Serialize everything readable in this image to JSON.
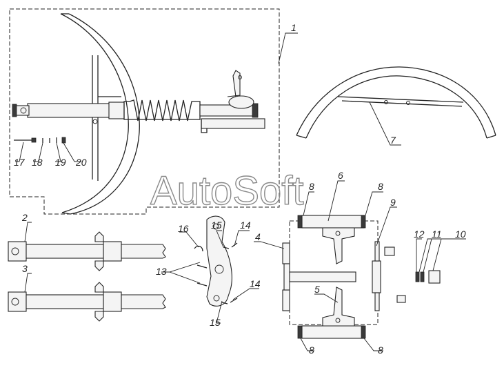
{
  "watermark": "AutoSoft",
  "callouts": [
    {
      "id": "c1",
      "text": "1"
    },
    {
      "id": "c2",
      "text": "2"
    },
    {
      "id": "c3",
      "text": "3"
    },
    {
      "id": "c4",
      "text": "4"
    },
    {
      "id": "c5",
      "text": "5"
    },
    {
      "id": "c6",
      "text": "6"
    },
    {
      "id": "c7",
      "text": "7"
    },
    {
      "id": "c8a",
      "text": "8"
    },
    {
      "id": "c8b",
      "text": "8"
    },
    {
      "id": "c8c",
      "text": "8"
    },
    {
      "id": "c8d",
      "text": "8"
    },
    {
      "id": "c9",
      "text": "9"
    },
    {
      "id": "c10",
      "text": "10"
    },
    {
      "id": "c11",
      "text": "11"
    },
    {
      "id": "c12",
      "text": "12"
    },
    {
      "id": "c13",
      "text": "13"
    },
    {
      "id": "c14a",
      "text": "14"
    },
    {
      "id": "c14b",
      "text": "14"
    },
    {
      "id": "c15a",
      "text": "15"
    },
    {
      "id": "c15b",
      "text": "15"
    },
    {
      "id": "c16",
      "text": "16"
    },
    {
      "id": "c17",
      "text": "17"
    },
    {
      "id": "c18",
      "text": "18"
    },
    {
      "id": "c19",
      "text": "19"
    },
    {
      "id": "c20",
      "text": "20"
    }
  ]
}
